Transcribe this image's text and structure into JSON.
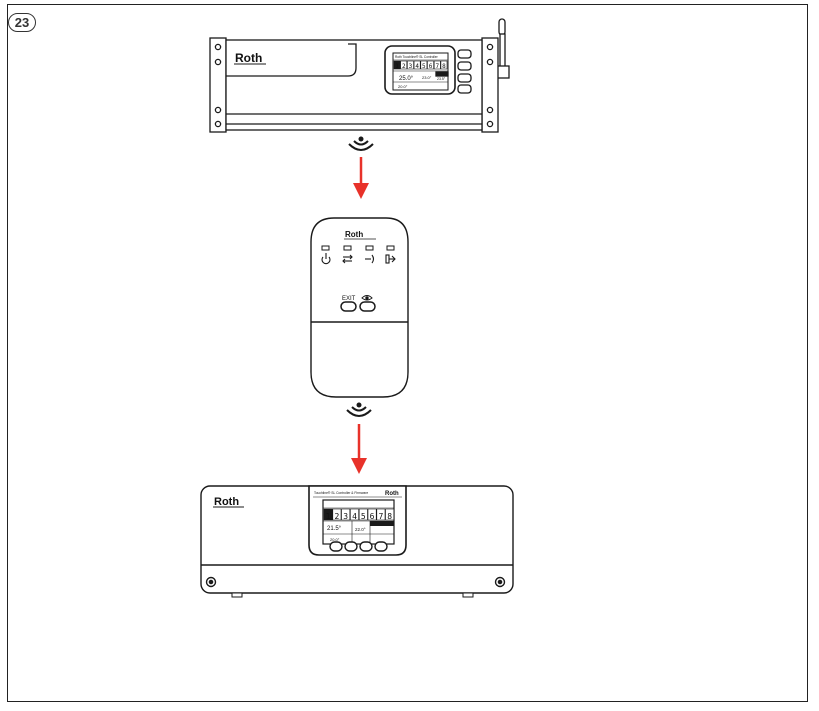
{
  "figure": {
    "number": "23"
  },
  "devices": {
    "top_controller": {
      "brand": "Roth",
      "screen": {
        "heading": "Roth Touchline® SL Controller",
        "zones": [
          "1",
          "2",
          "3",
          "4",
          "5",
          "6",
          "7",
          "8"
        ],
        "main_temp": "25.0°",
        "aux_temp": "23.0°",
        "aux_value": "23.5°",
        "bottom_temp": "20.0°"
      }
    },
    "repeater": {
      "brand": "Roth",
      "exit_label": "EXIT"
    },
    "bottom_controller": {
      "brand": "Roth",
      "screen": {
        "heading": "Touchline® SL Controller & Firmware",
        "zones": [
          "1",
          "2",
          "3",
          "4",
          "5",
          "6",
          "7",
          "8"
        ],
        "main_temp": "21.5°",
        "aux_temp": "22.0°",
        "bottom_temp": "20.0°"
      }
    }
  },
  "colors": {
    "arrow": "#e8322a",
    "outline": "#1a1a1a"
  }
}
